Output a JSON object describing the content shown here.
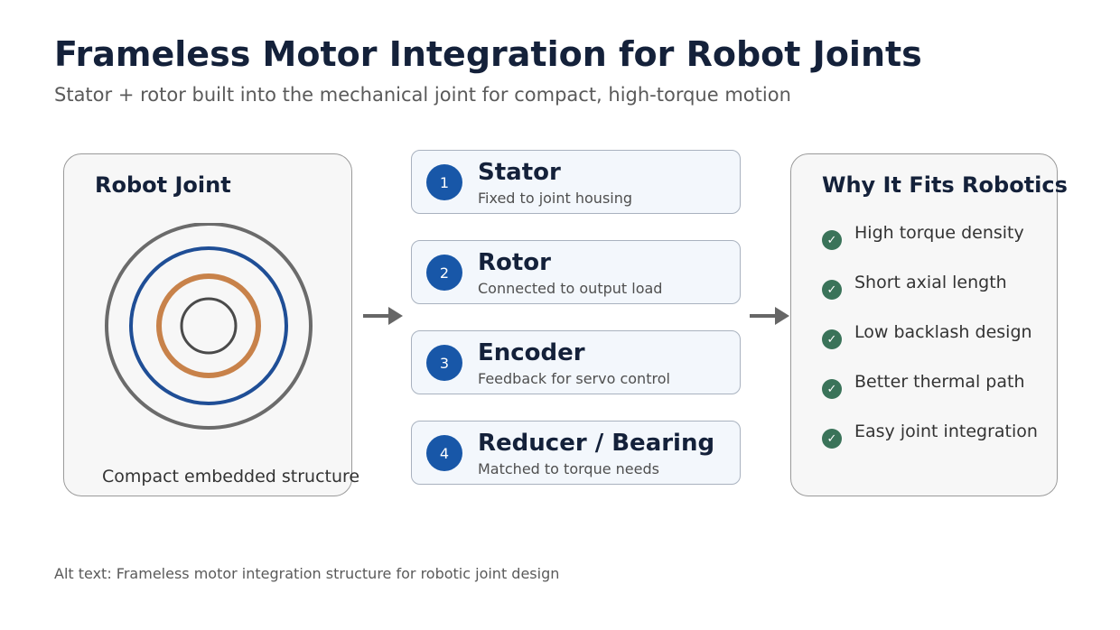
{
  "header": {
    "title": "Frameless Motor Integration for Robot Joints",
    "subtitle": "Stator + rotor built into the mechanical joint for compact, high-torque motion"
  },
  "joint_panel": {
    "title": "Robot Joint",
    "caption": "Compact embedded structure"
  },
  "components": [
    {
      "number": "1",
      "title": "Stator",
      "subtitle": "Fixed to joint housing"
    },
    {
      "number": "2",
      "title": "Rotor",
      "subtitle": "Connected to output load"
    },
    {
      "number": "3",
      "title": "Encoder",
      "subtitle": "Feedback for servo control"
    },
    {
      "number": "4",
      "title": "Reducer / Bearing",
      "subtitle": "Matched to torque needs"
    }
  ],
  "why_panel": {
    "title": "Why It Fits Robotics",
    "check_glyph": "✓",
    "items": [
      "High torque density",
      "Short axial length",
      "Low backlash design",
      "Better thermal path",
      "Easy joint integration"
    ]
  },
  "footer": {
    "alt_text": "Alt text: Frameless motor integration structure for robotic joint design"
  },
  "colors": {
    "title": "#14213a",
    "stator_ring": "#6b6b6b",
    "rotor_ring": "#1f4e96",
    "magnet_ring": "#c8824a",
    "shaft_ring": "#4a4a4a",
    "badge": "#1857a8",
    "check": "#3a7359",
    "arrow": "#666666"
  }
}
